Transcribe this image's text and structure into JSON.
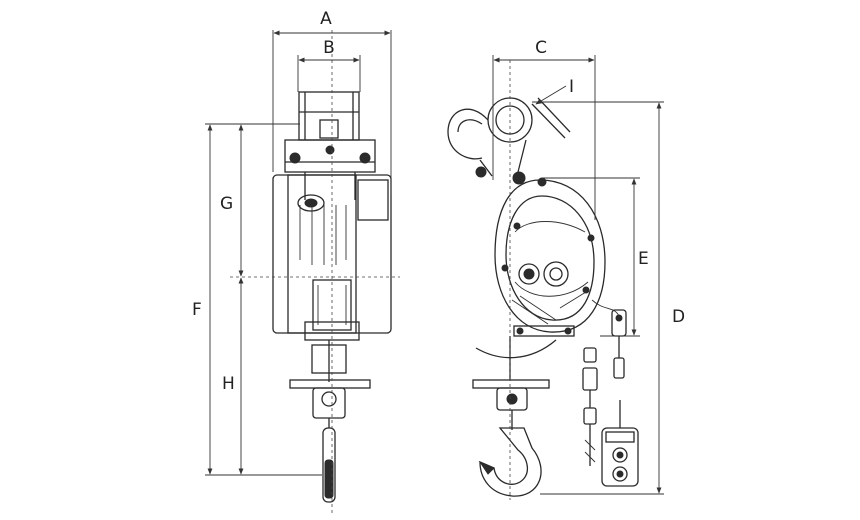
{
  "labels": {
    "A": "A",
    "B": "B",
    "C": "C",
    "D": "D",
    "E": "E",
    "F": "F",
    "G": "G",
    "H": "H",
    "I": "I"
  }
}
